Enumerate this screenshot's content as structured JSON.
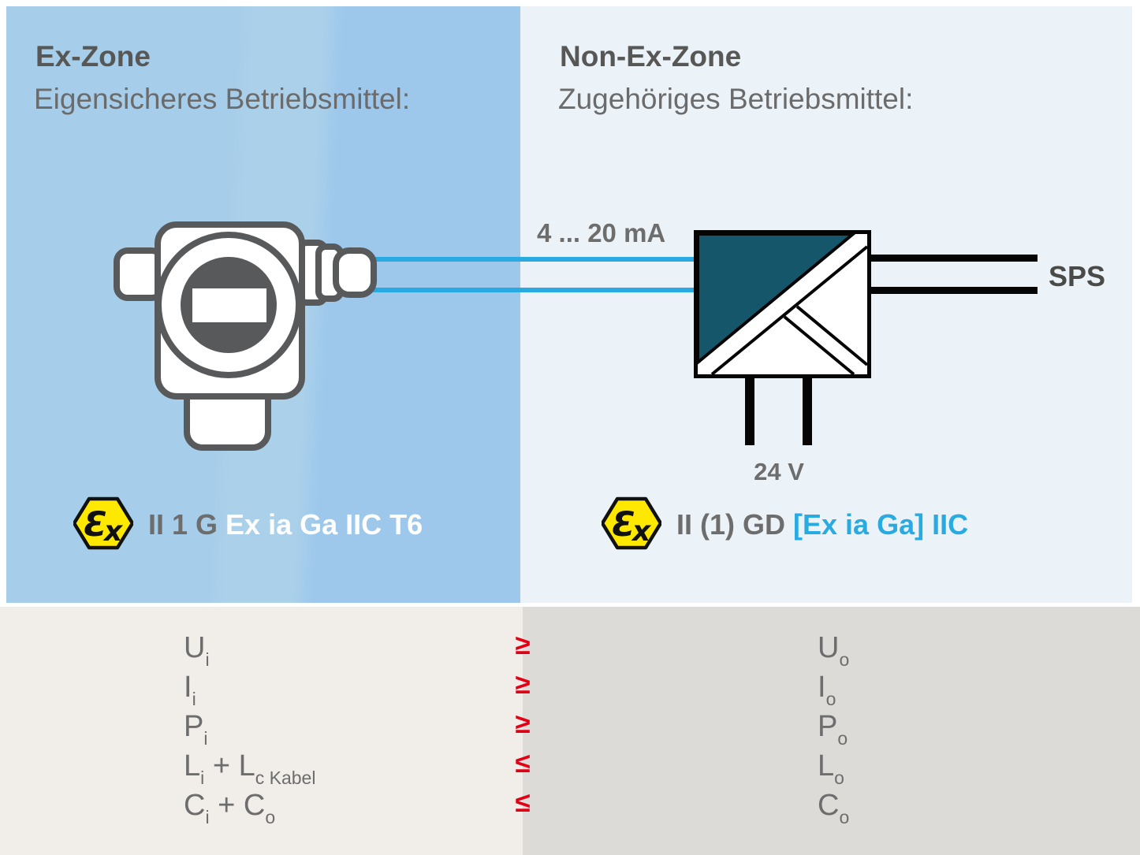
{
  "zones": {
    "ex": {
      "title": "Ex-Zone",
      "subtitle": "Eigensicheres Betriebsmittel:"
    },
    "non_ex": {
      "title": "Non-Ex-Zone",
      "subtitle": "Zugehöriges Betriebsmittel:"
    }
  },
  "diagram": {
    "signal_label": "4 ... 20 mA",
    "supply_label": "24 V",
    "output_label": "SPS",
    "icons": [
      "transmitter-icon",
      "isolator-icon",
      "atex-ex-icon"
    ]
  },
  "markings": {
    "ex_side": {
      "prefix": "II 1 G ",
      "highlight": "Ex ia Ga IIC T6"
    },
    "non_ex_side": {
      "prefix": "II (1) GD ",
      "highlight": "[Ex ia Ga] IIC"
    }
  },
  "table": {
    "rows": [
      {
        "left": [
          {
            "t": "U"
          },
          {
            "s": "i"
          }
        ],
        "operator": "≥",
        "right": [
          {
            "t": "U"
          },
          {
            "s": "o"
          }
        ]
      },
      {
        "left": [
          {
            "t": "I"
          },
          {
            "s": "i"
          }
        ],
        "operator": "≥",
        "right": [
          {
            "t": "I"
          },
          {
            "s": "o"
          }
        ]
      },
      {
        "left": [
          {
            "t": "P"
          },
          {
            "s": "i"
          }
        ],
        "operator": "≥",
        "right": [
          {
            "t": "P"
          },
          {
            "s": "o"
          }
        ]
      },
      {
        "left": [
          {
            "t": "L"
          },
          {
            "s": "i"
          },
          {
            "t": " + L"
          },
          {
            "s": "c Kabel"
          }
        ],
        "operator": "≤",
        "right": [
          {
            "t": "L"
          },
          {
            "s": "o"
          }
        ]
      },
      {
        "left": [
          {
            "t": "C"
          },
          {
            "s": "i"
          },
          {
            "t": " + C"
          },
          {
            "s": "o"
          }
        ],
        "operator": "≤",
        "right": [
          {
            "t": "C"
          },
          {
            "s": "o"
          }
        ]
      }
    ]
  },
  "colors": {
    "ex_zone_bg": "#a6cde9",
    "non_ex_zone_bg": "#ecf3f8",
    "table_left_bg": "#f1eeea",
    "table_right_bg": "#dcdbd8",
    "accent_cyan": "#29abe2",
    "isolator_teal": "#15566b",
    "operator_red": "#e30015",
    "atex_yellow": "#ffe800",
    "gray_text": "#6d6d6d",
    "dark_text": "#575756"
  }
}
